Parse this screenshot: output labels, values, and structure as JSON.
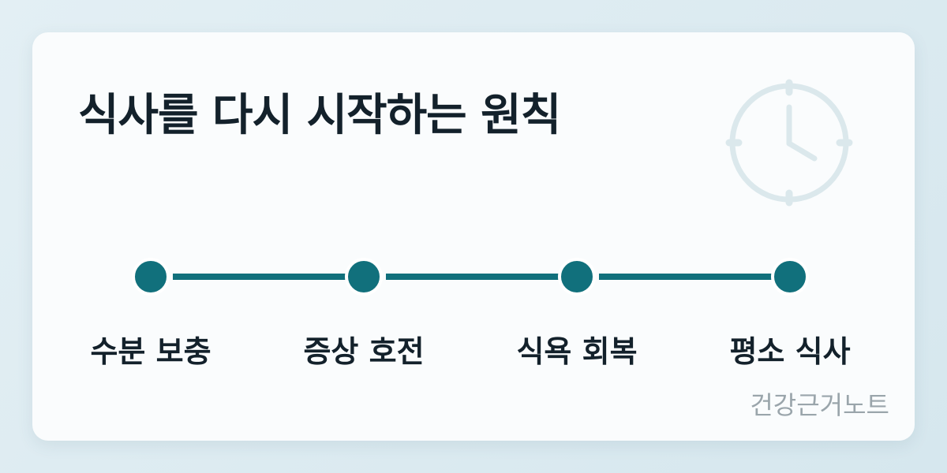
{
  "title": "식사를 다시 시작하는 원칙",
  "steps": [
    {
      "label": "수분 보충"
    },
    {
      "label": "증상 호전"
    },
    {
      "label": "식욕 회복"
    },
    {
      "label": "평소 식사"
    }
  ],
  "watermark": "건강근거노트",
  "icons": {
    "decoration": "clock-icon"
  },
  "colors": {
    "accent": "#11707c",
    "text": "#13212b",
    "clock": "#dbe8ec",
    "watermark": "#9aa5ab"
  }
}
